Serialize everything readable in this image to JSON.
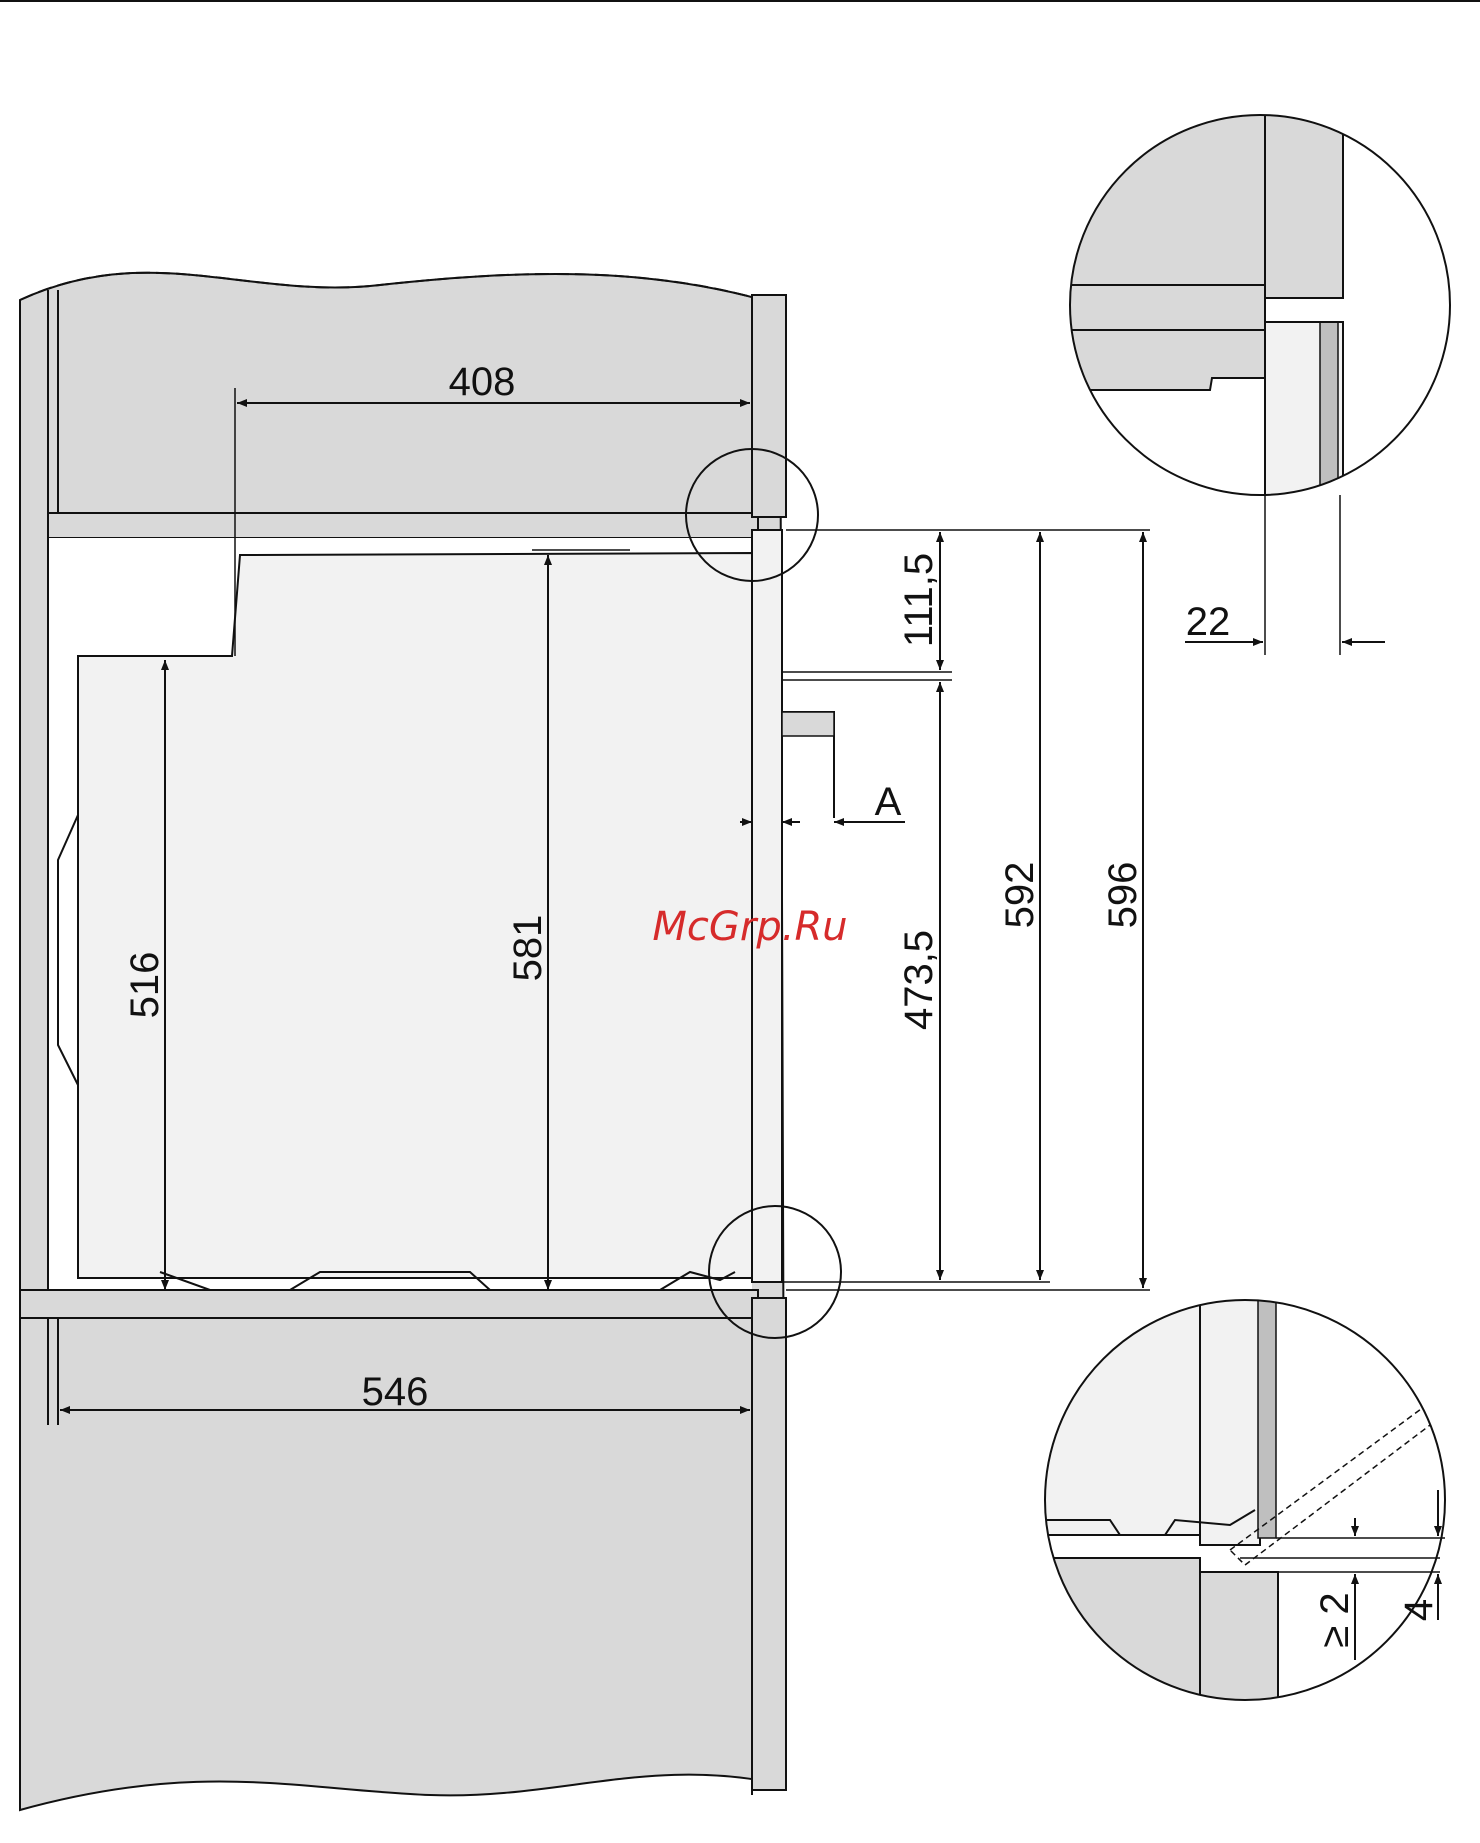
{
  "dimensions": {
    "top_depth": "408",
    "bottom_depth": "546",
    "height_516": "516",
    "height_581": "581",
    "height_111_5": "111,5",
    "height_473_5": "473,5",
    "height_592": "592",
    "height_596": "596",
    "gap_22": "22",
    "gap_ge2": "≥ 2",
    "gap_4": "4"
  },
  "labels": {
    "detail_a": "A"
  },
  "watermark": "McGrp.Ru",
  "colors": {
    "cabinet_fill": "#d9d9d9",
    "oven_fill": "#f2f2f2",
    "line": "#111111",
    "watermark": "#d62b2b"
  }
}
